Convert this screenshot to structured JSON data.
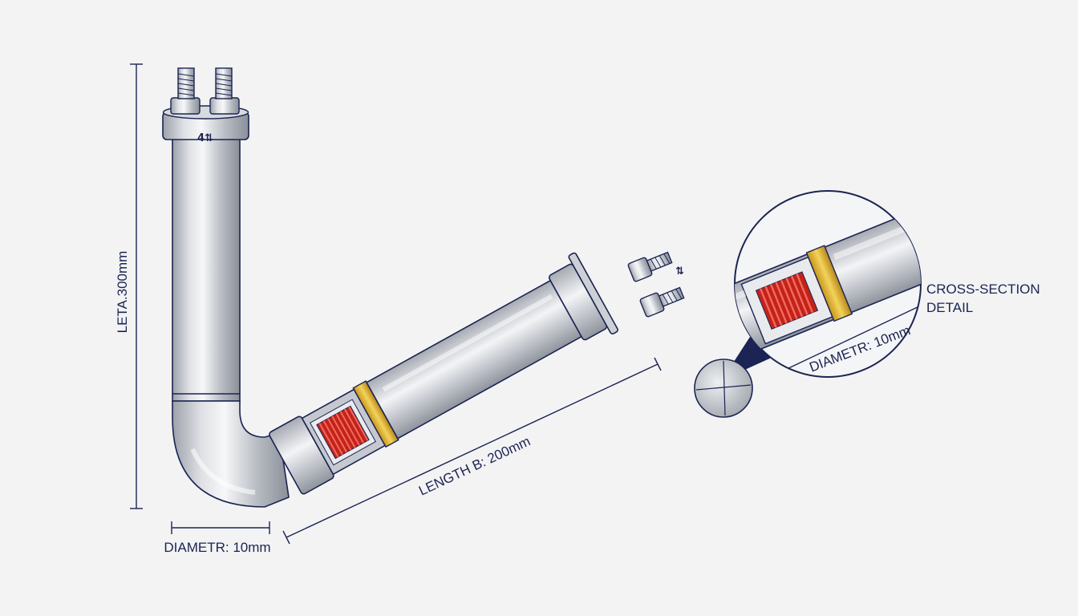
{
  "dimensions": {
    "height_label": "LETA.300mm",
    "diameter_label": "DIAMETR: 10mm",
    "length_label": "LENGTH B: 200mm",
    "detail_diameter_label": "DIAMETR: 10mm"
  },
  "callouts": {
    "cross_section_line1": "CROSS-SECTION",
    "cross_section_line2": "DETAIL",
    "top_terminal_mark": "4⇅",
    "side_terminal_mark": "⇅"
  },
  "colors": {
    "ink": "#1b2452",
    "steel_light": "#e4e6ea",
    "steel_mid": "#b9bdc4",
    "steel_dark": "#8b9099",
    "coil_red": "#d8281f",
    "brass": "#e2b52c",
    "background": "#f3f3f4"
  }
}
